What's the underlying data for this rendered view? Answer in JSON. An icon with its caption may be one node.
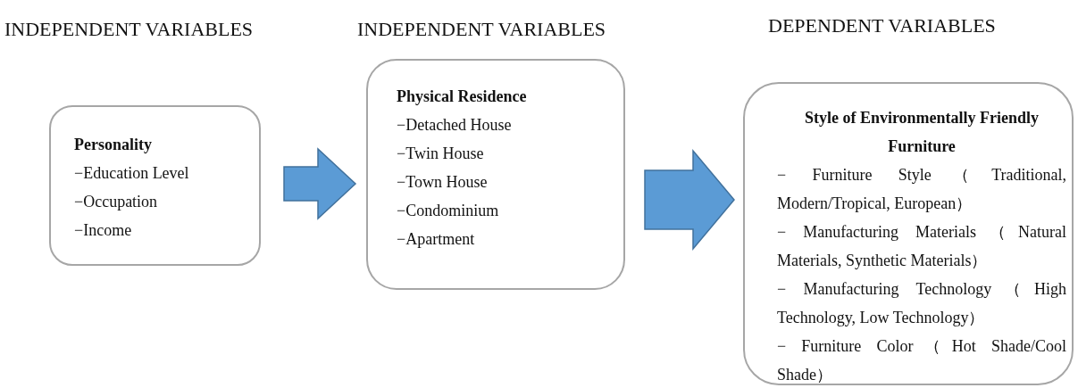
{
  "diagram": {
    "nodes": [
      {
        "text": [
          "Personality",
          "−Education Level",
          "−Occupation",
          "−Income"
        ]
      },
      {
        "text": [
          "Physical Residence",
          "−Detached House",
          "−Twin House",
          "−Town House",
          "−Condominium",
          "−Apartment"
        ]
      },
      {
        "text": [
          "Style of Environmentally Friendly Furniture",
          "− Furniture Style（Traditional, Modern/Tropical, European）",
          "− Manufacturing Materials（Natural Materials, Synthetic Materials）",
          "− Manufacturing Technology（High Technology, Low Technology）",
          "− Furniture Color（Hot Shade/Cool Shade）"
        ]
      }
    ],
    "edges": [
      {
        "from": 0,
        "to": 1,
        "arrow": "to",
        "style": "thick"
      },
      {
        "from": 1,
        "to": 2,
        "arrow": "to",
        "style": "thick"
      }
    ],
    "labels": [
      "INDEPENDENT VARIABLES",
      "INDEPENDENT VARIABLES",
      "DEPENDENT VARIABLES"
    ]
  }
}
